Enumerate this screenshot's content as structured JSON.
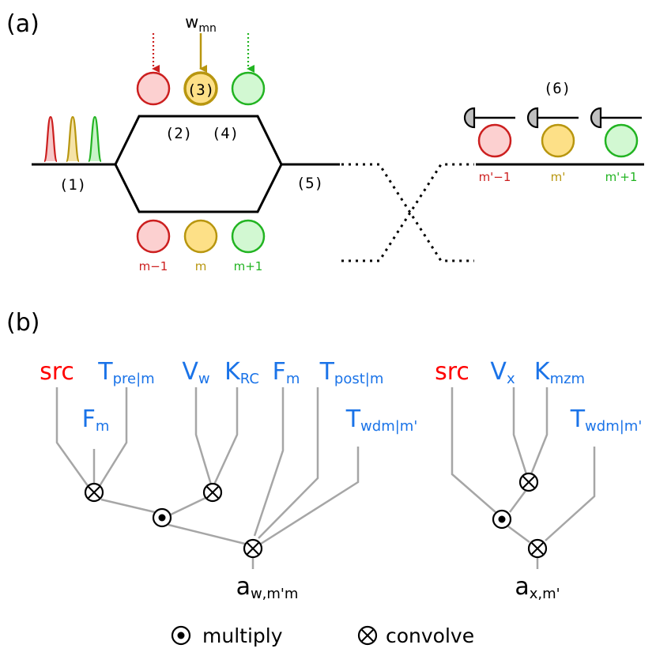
{
  "panel_a": {
    "label": "(a)",
    "w_label": {
      "base": "w",
      "sub": "mn"
    },
    "markers": [
      "(1)",
      "(2)",
      "(3)",
      "(4)",
      "(5)",
      "(6)"
    ],
    "ring_labels_bottom": [
      "m−1",
      "m",
      "m+1"
    ],
    "ring_labels_right": [
      "m'−1",
      "m'",
      "m'+1"
    ],
    "colors": {
      "red": "#cc1f1f",
      "gold": "#b8960f",
      "green": "#22b422"
    }
  },
  "panel_b": {
    "label": "(b)",
    "left_tree": {
      "leaves": [
        {
          "base": "src",
          "sub": "",
          "color": "#ff0000"
        },
        {
          "base": "T",
          "sub": "pre|m",
          "color": "#1a73e8"
        },
        {
          "base": "F",
          "sub": "m",
          "color": "#1a73e8"
        },
        {
          "base": "V",
          "sub": "w",
          "color": "#1a73e8"
        },
        {
          "base": "K",
          "sub": "RC",
          "color": "#1a73e8"
        },
        {
          "base": "F",
          "sub": "m",
          "color": "#1a73e8"
        },
        {
          "base": "T",
          "sub": "post|m",
          "color": "#1a73e8"
        },
        {
          "base": "T",
          "sub": "wdm|m'",
          "color": "#1a73e8"
        }
      ],
      "output": {
        "base": "a",
        "sub": "w,m'm"
      }
    },
    "right_tree": {
      "leaves": [
        {
          "base": "src",
          "sub": "",
          "color": "#ff0000"
        },
        {
          "base": "V",
          "sub": "x",
          "color": "#1a73e8"
        },
        {
          "base": "K",
          "sub": "mzm",
          "color": "#1a73e8"
        },
        {
          "base": "T",
          "sub": "wdm|m'",
          "color": "#1a73e8"
        }
      ],
      "output": {
        "base": "a",
        "sub": "x,m'"
      }
    },
    "legend": {
      "multiply": "multiply",
      "convolve": "convolve"
    }
  }
}
